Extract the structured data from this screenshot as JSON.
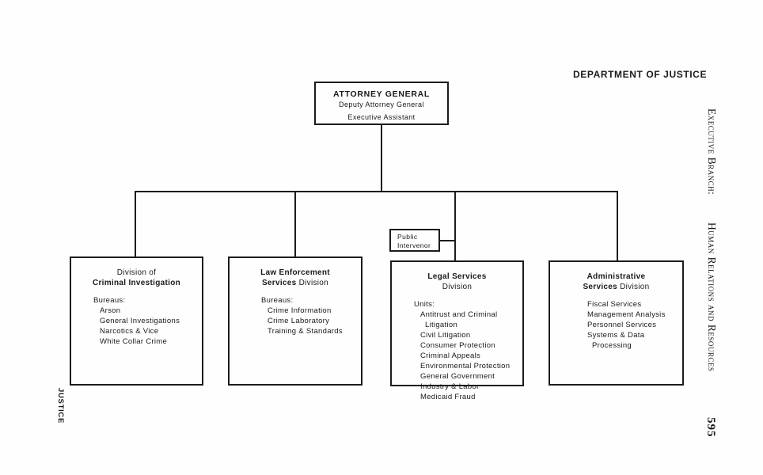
{
  "colors": {
    "ink": "#1c1c1c",
    "paper": "#fefefe"
  },
  "header": {
    "title": "DEPARTMENT OF JUSTICE"
  },
  "margins": {
    "left_vertical_label": "JUSTICE",
    "right_vertical_line1": "Executive Branch:",
    "right_vertical_line2": "Human Relations and Resources",
    "page_number": "595"
  },
  "org": {
    "root": {
      "title": "ATTORNEY GENERAL",
      "line2": "Deputy Attorney General",
      "line3": "Executive Assistant"
    },
    "public_intervenor": {
      "line1": "Public",
      "line2": "Intervenor"
    },
    "boxes": [
      {
        "title1": "Division of",
        "title2": "Criminal Investigation",
        "list_label": "Bureaus:",
        "items": [
          "Arson",
          "General Investigations",
          "Narcotics & Vice",
          "White Collar Crime"
        ]
      },
      {
        "title1": "Law Enforcement",
        "title2_bold": "Services",
        "title2_rest": "Division",
        "list_label": "Bureaus:",
        "items": [
          "Crime Information",
          "Crime Laboratory",
          "Training & Standards"
        ]
      },
      {
        "title1": "Legal Services",
        "title2": "Division",
        "list_label": "Units:",
        "items": [
          "Antitrust and Criminal\nLitigation",
          "Civil Litigation",
          "Consumer Protection",
          "Criminal Appeals",
          "Environmental Protection",
          "General Government",
          "Industry & Labor",
          "Medicaid Fraud"
        ]
      },
      {
        "title1": "Administrative",
        "title2_bold": "Services",
        "title2_rest": "Division",
        "items": [
          "Fiscal Services",
          "Management Analysis",
          "Personnel Services",
          "Systems & Data\nProcessing"
        ]
      }
    ]
  }
}
